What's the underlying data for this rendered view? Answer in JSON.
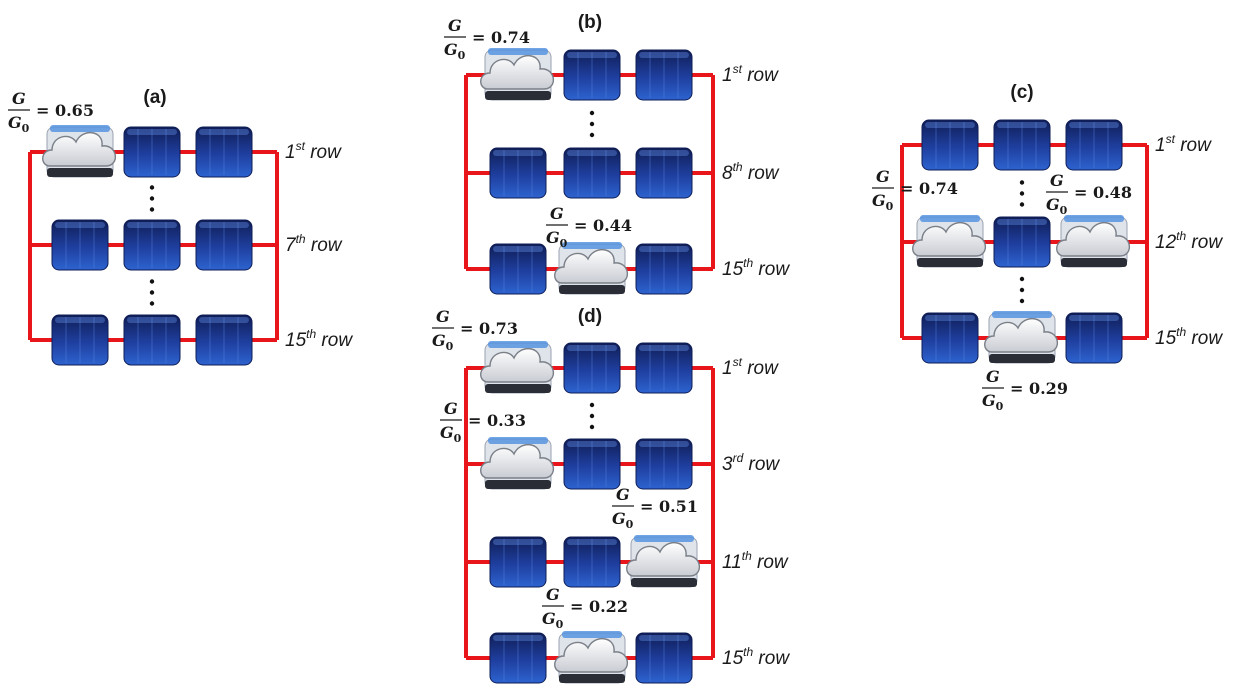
{
  "diagrams": [
    {
      "title": "(a)",
      "rows": [
        {
          "label_num": "1",
          "label_sup": "st",
          "label_word": "row",
          "clouds": [
            0
          ]
        },
        {
          "label_num": "7",
          "label_sup": "th",
          "label_word": "row",
          "clouds": []
        },
        {
          "label_num": "15",
          "label_sup": "th",
          "label_word": "row",
          "clouds": []
        }
      ],
      "irradiance": [
        {
          "row": 0,
          "col": 0,
          "ratio": "0.65"
        }
      ]
    },
    {
      "title": "(b)",
      "rows": [
        {
          "label_num": "1",
          "label_sup": "st",
          "label_word": "row",
          "clouds": [
            0
          ]
        },
        {
          "label_num": "8",
          "label_sup": "th",
          "label_word": "row",
          "clouds": []
        },
        {
          "label_num": "15",
          "label_sup": "th",
          "label_word": "row",
          "clouds": [
            1
          ]
        }
      ],
      "irradiance": [
        {
          "row": 0,
          "col": 0,
          "ratio": "0.74"
        },
        {
          "row": 2,
          "col": 1,
          "ratio": "0.44"
        }
      ]
    },
    {
      "title": "(c)",
      "rows": [
        {
          "label_num": "1",
          "label_sup": "st",
          "label_word": "row",
          "clouds": []
        },
        {
          "label_num": "12",
          "label_sup": "th",
          "label_word": "row",
          "clouds": [
            0,
            2
          ]
        },
        {
          "label_num": "15",
          "label_sup": "th",
          "label_word": "row",
          "clouds": [
            1
          ]
        }
      ],
      "irradiance": [
        {
          "row": 1,
          "col": 0,
          "ratio": "0.74"
        },
        {
          "row": 1,
          "col": 2,
          "ratio": "0.48"
        },
        {
          "row": 2,
          "col": 1,
          "ratio": "0.29"
        }
      ]
    },
    {
      "title": "(d)",
      "rows": [
        {
          "label_num": "1",
          "label_sup": "st",
          "label_word": "row",
          "clouds": [
            0
          ]
        },
        {
          "label_num": "3",
          "label_sup": "rd",
          "label_word": "row",
          "clouds": [
            0
          ]
        },
        {
          "label_num": "11",
          "label_sup": "th",
          "label_word": "row",
          "clouds": [
            2
          ]
        },
        {
          "label_num": "15",
          "label_sup": "th",
          "label_word": "row",
          "clouds": [
            1
          ]
        }
      ],
      "irradiance": [
        {
          "row": 0,
          "col": 0,
          "ratio": "0.73"
        },
        {
          "row": 1,
          "col": 0,
          "ratio": "0.33"
        },
        {
          "row": 2,
          "col": 2,
          "ratio": "0.51"
        },
        {
          "row": 3,
          "col": 1,
          "ratio": "0.22"
        }
      ]
    }
  ],
  "irradiance_symbol": {
    "numerator": "G",
    "denominator": "G",
    "denominator_sub": "0",
    "equals": "="
  },
  "colors": {
    "wire": "#e8151b",
    "panel_dark": "#0f1d55",
    "panel_mid": "#1f3fa0",
    "panel_light": "#2d63cf",
    "cloud_fill": "#eef0f4",
    "cloud_stroke": "#7a7f88"
  },
  "icons": {
    "panel": "solar-panel-icon",
    "cloud": "cloud-icon"
  }
}
